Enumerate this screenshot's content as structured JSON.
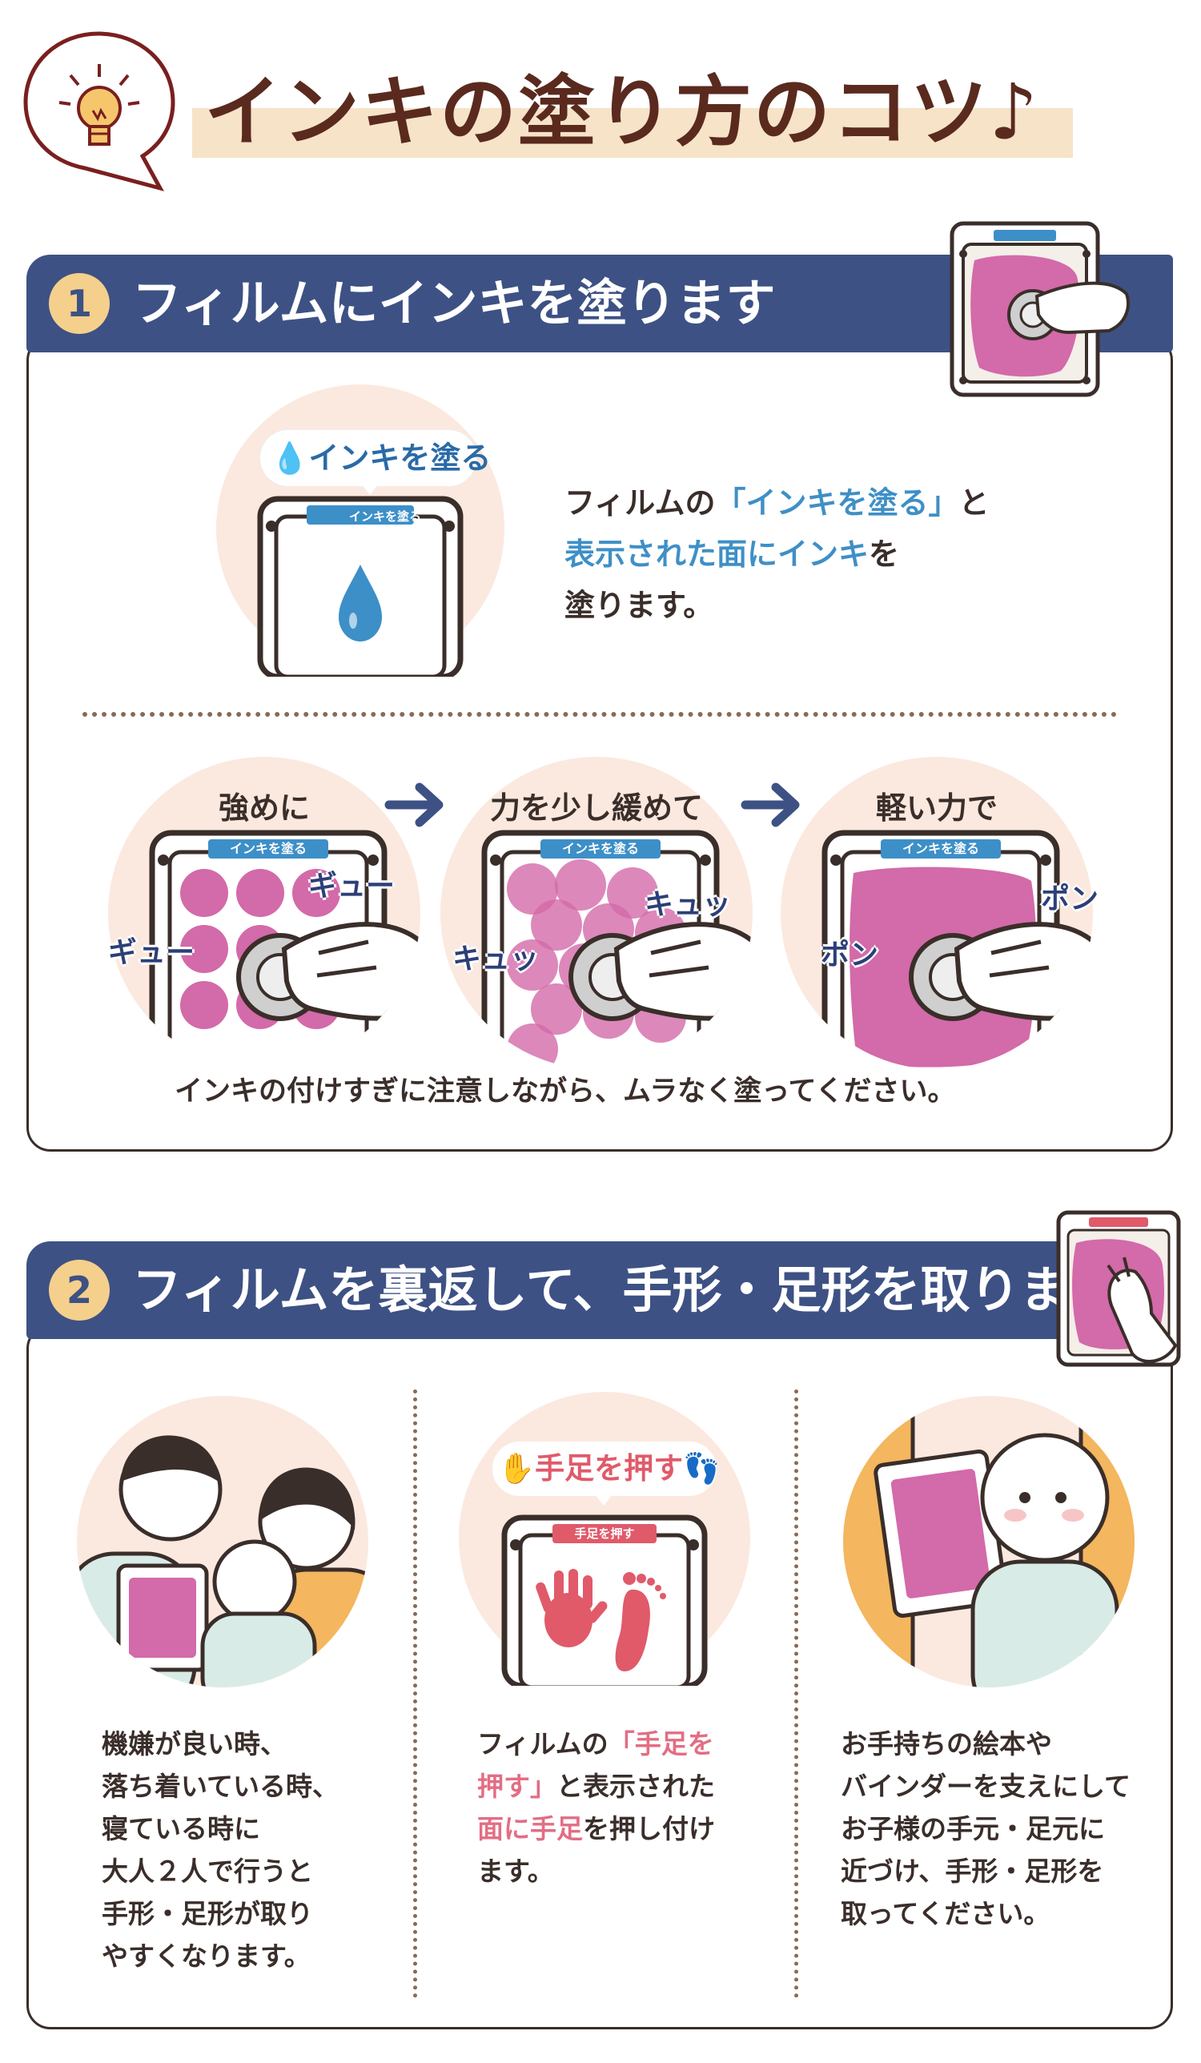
{
  "header": {
    "title": "インキの塗り方のコツ♪",
    "icon": "lightbulb-icon"
  },
  "colors": {
    "navy": "#3d5184",
    "pink": "#d36aa9",
    "blue_text": "#3f8fc7",
    "pink_text": "#e36d84",
    "peach": "#fbe9df"
  },
  "step1": {
    "number": "1",
    "title": "フィルムにインキを塗ります",
    "bubble_label": "インキを塗る",
    "film_tab": "インキを塗る",
    "desc_a": "フィルムの",
    "desc_b": "「インキを塗る」",
    "desc_c": "と",
    "desc_d": "表示された面にインキ",
    "desc_e": "を",
    "desc_f": "塗ります。",
    "sequence": [
      {
        "label": "強めに",
        "tab": "インキを塗る",
        "sfx_a": "ギュー",
        "sfx_b": "ギュー"
      },
      {
        "label": "力を少し緩めて",
        "tab": "インキを塗る",
        "sfx_a": "キュッ",
        "sfx_b": "キュッ"
      },
      {
        "label": "軽い力で",
        "tab": "インキを塗る",
        "sfx_a": "ポン",
        "sfx_b": "ポン"
      }
    ],
    "note": "インキの付けすぎに注意しながら、ムラなく塗ってください。"
  },
  "step2": {
    "number": "2",
    "title": "フィルムを裏返して、手形・足形を取ります",
    "bubble_label": "手足を押す",
    "film_tab": "手足を押す",
    "col1": [
      "機嫌が良い時、",
      "落ち着いている時、",
      "寝ている時に",
      "大人２人で行うと",
      "手形・足形が取り",
      "やすくなります。"
    ],
    "col2_a": "フィルムの",
    "col2_b": "「手足を",
    "col2_c": "押す」",
    "col2_d": "と表示された",
    "col2_e": "面に手足",
    "col2_f": "を押し付け",
    "col2_g": "ます。",
    "col3": [
      "お手持ちの絵本や",
      "バインダーを支えにして",
      "お子様の手元・足元に",
      "近づけ、手形・足形を",
      "取ってください。"
    ]
  }
}
